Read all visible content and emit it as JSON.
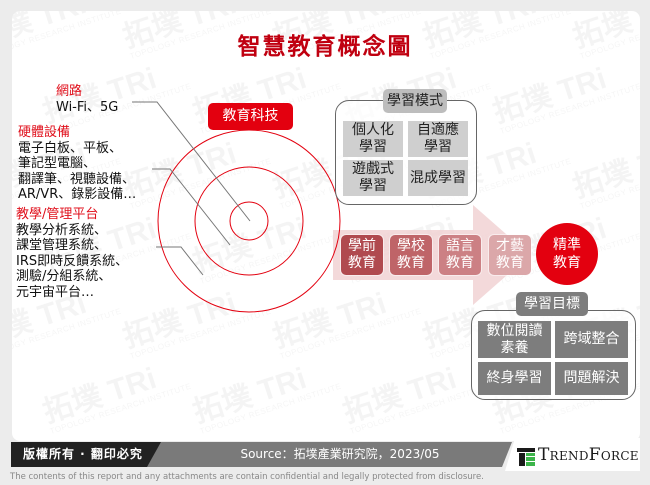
{
  "title": "智慧教育概念圖",
  "left_labels": {
    "network": {
      "head": "網路",
      "lines": [
        "Wi-Fi、5G"
      ]
    },
    "hardware": {
      "head": "硬體設備",
      "lines": [
        "電子白板、平板、",
        "筆記型電腦、",
        "翻譯筆、視聽設備、",
        "AR/VR、錄影設備…"
      ]
    },
    "platform": {
      "head": "教學/管理平台",
      "lines": [
        "教學分析系統、",
        "課堂管理系統、",
        "IRS即時反饋系統、",
        "測驗/分組系統、",
        "元宇宙平台…"
      ]
    }
  },
  "center_label": "教育科技",
  "learning_modes": {
    "title": "學習模式",
    "cells": [
      "個人化\n學習",
      "自適應\n學習",
      "遊戲式\n學習",
      "混成學習"
    ]
  },
  "stages": [
    {
      "label": "學前\n教育",
      "color": "#b04a4f"
    },
    {
      "label": "學校\n教育",
      "color": "#bf6468"
    },
    {
      "label": "語言\n教育",
      "color": "#cc8084"
    },
    {
      "label": "才藝\n教育",
      "color": "#dba7a9"
    }
  ],
  "precise_education": "精準\n教育",
  "learning_goals": {
    "title": "學習目標",
    "cells": [
      "數位閱讀\n素養",
      "跨域整合",
      "終身學習",
      "問題解決"
    ]
  },
  "footer": {
    "copyright": "版權所有 · 翻印必究",
    "source": "Source：拓墣產業研究院，2023/05",
    "brand": "TrendForce",
    "disclaimer": "The contents of this report and any attachments are contain confidential and legally protected from disclosure."
  },
  "colors": {
    "accent": "#e3000f",
    "title": "#c00010",
    "gray_cell": "#cfcfcf",
    "dark_cell": "#7d7d7d"
  },
  "watermark": {
    "cn": "拓墣",
    "en": "TRi",
    "sub": "TOPOLOGY RESEARCH INSTITUTE"
  }
}
